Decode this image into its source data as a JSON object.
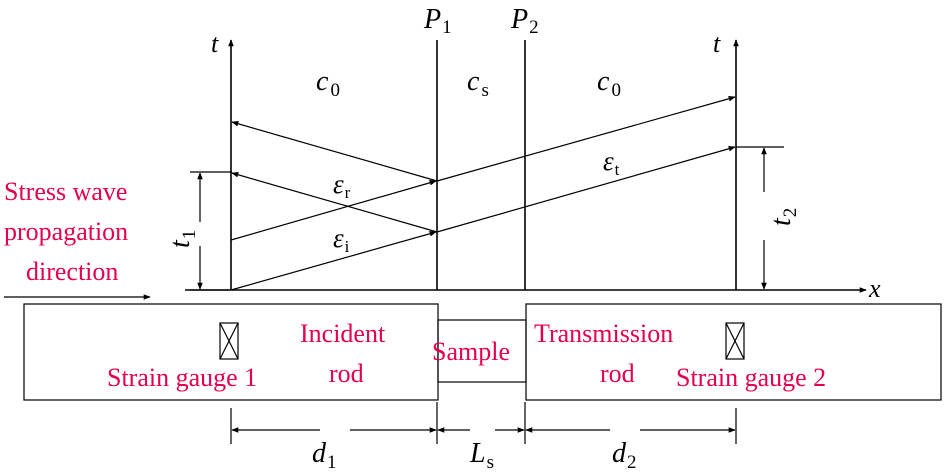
{
  "axes": {
    "time_left": "t",
    "time_right": "t",
    "position": "x"
  },
  "planes": {
    "p1": {
      "symbol": "P",
      "sub": "1"
    },
    "p2": {
      "symbol": "P",
      "sub": "2"
    }
  },
  "wave_speeds": {
    "left": {
      "symbol": "c",
      "sub": "0"
    },
    "sample": {
      "symbol": "c",
      "sub": "s"
    },
    "right": {
      "symbol": "c",
      "sub": "0"
    }
  },
  "strains": {
    "reflected": {
      "symbol": "ε",
      "sub": "r"
    },
    "incident": {
      "symbol": "ε",
      "sub": "i"
    },
    "transmitted": {
      "symbol": "ε",
      "sub": "t"
    }
  },
  "durations": {
    "t1": {
      "symbol": "t",
      "sub": "1"
    },
    "t2": {
      "symbol": "t",
      "sub": "2"
    }
  },
  "direction_label": {
    "line1": "Stress wave",
    "line2": "propagation",
    "line3": "direction"
  },
  "components": {
    "incident_rod": {
      "line1": "Incident",
      "line2": "rod"
    },
    "sample": "Sample",
    "transmission_rod": {
      "line1": "Transmission",
      "line2": "rod"
    },
    "gauge1": "Strain gauge 1",
    "gauge2": "Strain gauge 2"
  },
  "distances": {
    "d1": {
      "symbol": "d",
      "sub": "1"
    },
    "ls": {
      "symbol": "L",
      "sub": "s"
    },
    "d2": {
      "symbol": "d",
      "sub": "2"
    }
  },
  "colors": {
    "annotation": "#e4004f",
    "lines": "#000000"
  }
}
